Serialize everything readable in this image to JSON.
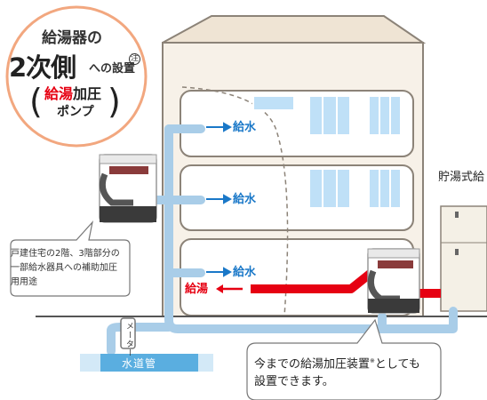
{
  "badge": {
    "line1": "給湯器の",
    "big": "2次側",
    "suffix": "への設置",
    "note_mark": "注",
    "pump_type_red": "給湯",
    "pump_type_rest": "加圧",
    "pump_word": "ポンプ"
  },
  "labels": {
    "supply_water": [
      "給水",
      "給水",
      "給水"
    ],
    "hot_water": "給湯",
    "storage_heater": "貯湯式給",
    "meter": "メーター",
    "water_main": "水道管"
  },
  "callouts": {
    "left": "戸建住宅の2階、3階部分の一部給水器具への補助加圧用用途",
    "bottom_text": "今までの給湯加圧装置",
    "bottom_mark": "※",
    "bottom_text2": "としても設置できます。"
  },
  "colors": {
    "badge_border": "#f2a77f",
    "house_fill": "#f7f1e8",
    "house_stroke": "#8c8378",
    "pipe_blue": "#a9cde8",
    "pipe_hot": "#e60012",
    "window_blue": "#bfe0f7",
    "supply_text": "#1a78c8"
  }
}
